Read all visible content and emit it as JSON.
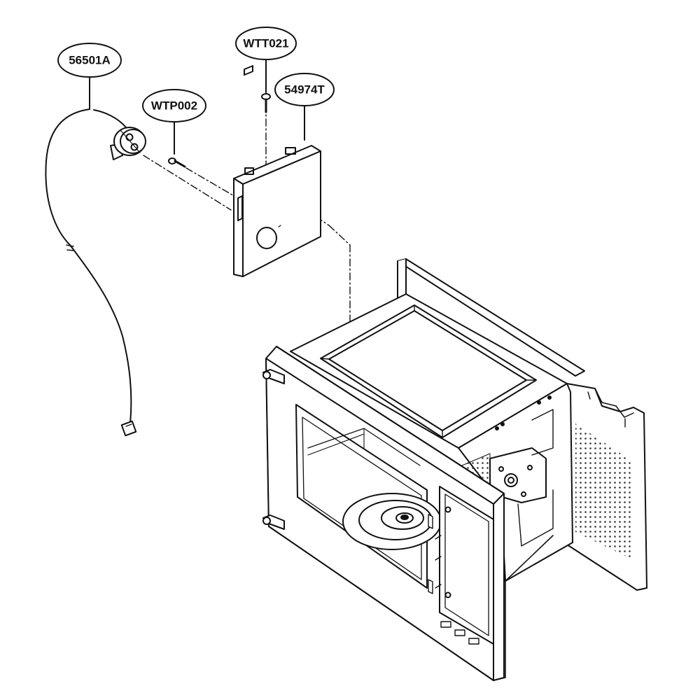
{
  "callouts": {
    "thermistor": "56501A",
    "screw_bracket": "WTP002",
    "screw_top": "WTT021",
    "bracket": "54974T"
  },
  "colors": {
    "line": "#111111",
    "paper": "#ffffff",
    "mesh": "#555555"
  }
}
